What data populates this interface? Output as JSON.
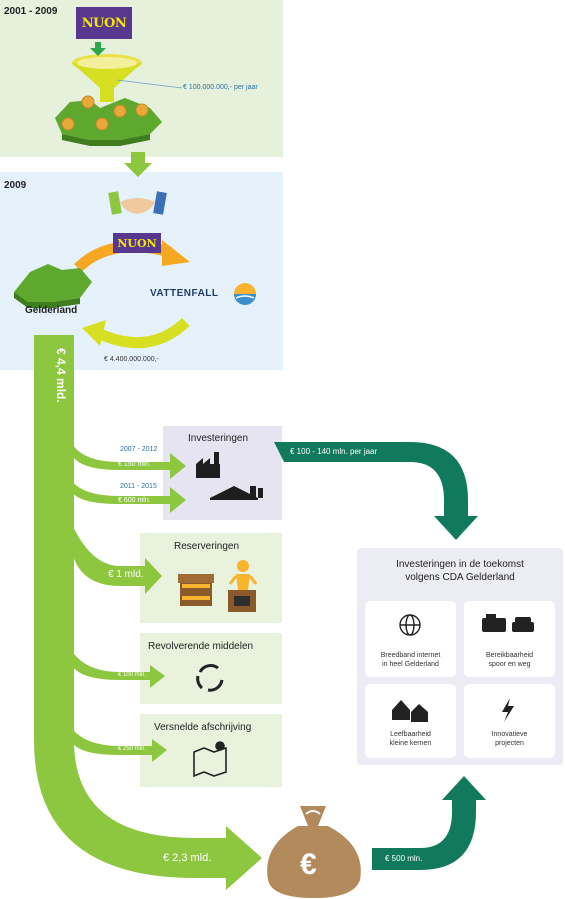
{
  "section_top": {
    "years": "2001 - 2009",
    "amount_label": "€ 100.000.000,- per jaar"
  },
  "section_2009": {
    "year": "2009",
    "region_label": "Gelderland",
    "sale_amount": "€ 4.400.000.000,-"
  },
  "logos": {
    "nuon": "NUON",
    "vattenfall": "VATTENFALL"
  },
  "main_flow": {
    "total_label": "€ 4,4 mld.",
    "remaining_label": "€ 2,3 mld."
  },
  "investeringen": {
    "title": "Investeringen",
    "item1_years": "2007 - 2012",
    "item1_amount": "€ 150 mln.",
    "item2_years": "2011 - 2015",
    "item2_amount": "€ 600 mln."
  },
  "reserveringen": {
    "title": "Reserveringen",
    "amount": "€ 1 mld."
  },
  "revolverende": {
    "title": "Revolverende middelen",
    "amount": "€ 100 mln."
  },
  "versnelde": {
    "title": "Versnelde afschrijving",
    "amount": "€ 250 mln."
  },
  "annual_flow_label": "€ 100 - 140 mln. per jaar",
  "moneybag": {
    "symbol": "€",
    "flow_label": "€ 500 mln."
  },
  "future": {
    "title_line1": "Investeringen in de toekomst",
    "title_line2": "volgens CDA Gelderland",
    "cards": [
      {
        "line1": "Breedband internet",
        "line2": "in heel Gelderland",
        "icon": "globe-icon"
      },
      {
        "line1": "Bereikbaarheid",
        "line2": "spoor en weg",
        "icon": "train-car-icon"
      },
      {
        "line1": "Leefbaarheid",
        "line2": "kleine kernen",
        "icon": "houses-icon"
      },
      {
        "line1": "Innovatieve",
        "line2": "projecten",
        "icon": "lightning-icon"
      }
    ]
  },
  "colors": {
    "lime": "#8dc63f",
    "teal": "#117a5c",
    "orange": "#f7a823",
    "yellow": "#d7df23",
    "nuon_purple": "#58378e",
    "nuon_yellow": "#f5e800"
  }
}
